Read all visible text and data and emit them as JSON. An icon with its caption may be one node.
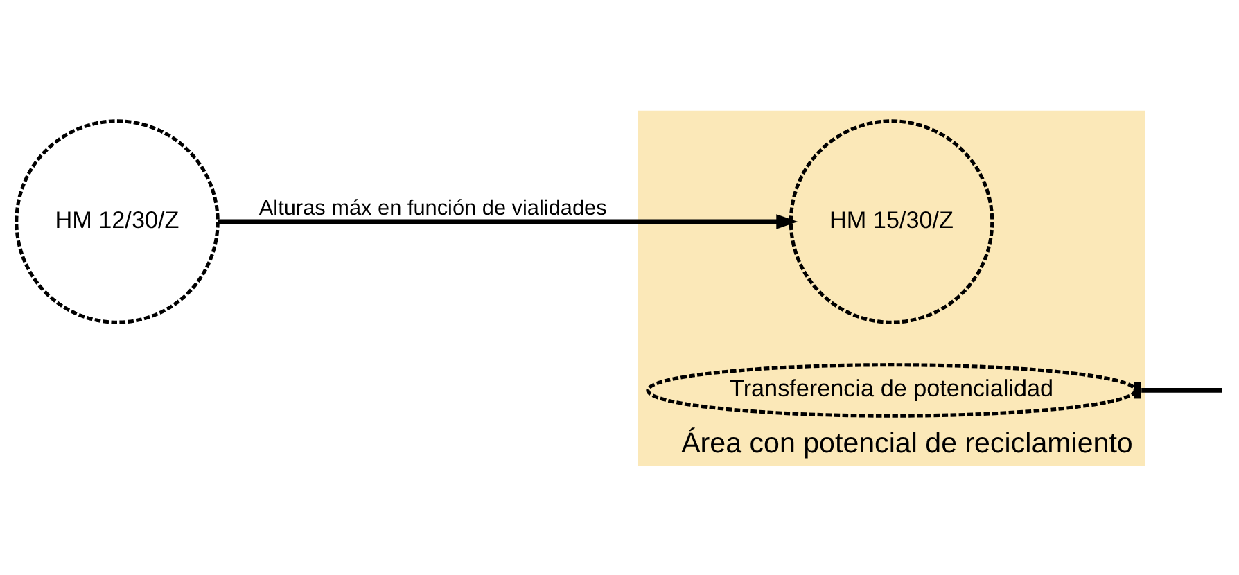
{
  "diagram": {
    "nodes": [
      {
        "text": [
          "HM 12/30/Z"
        ]
      },
      {
        "text": [
          "Área con potencial de reciclamiento"
        ]
      },
      {
        "text": [
          "HM 15/30/Z"
        ],
        "in": 1
      },
      {
        "text": [
          "Transferencia de potencialidad"
        ],
        "in": 1
      }
    ],
    "edges": [
      {
        "from": 0,
        "to": 2,
        "arrow": "to",
        "label": "Alturas máx en función de vialidades"
      },
      {
        "from": 3,
        "to": null,
        "arrow": "other"
      }
    ]
  }
}
